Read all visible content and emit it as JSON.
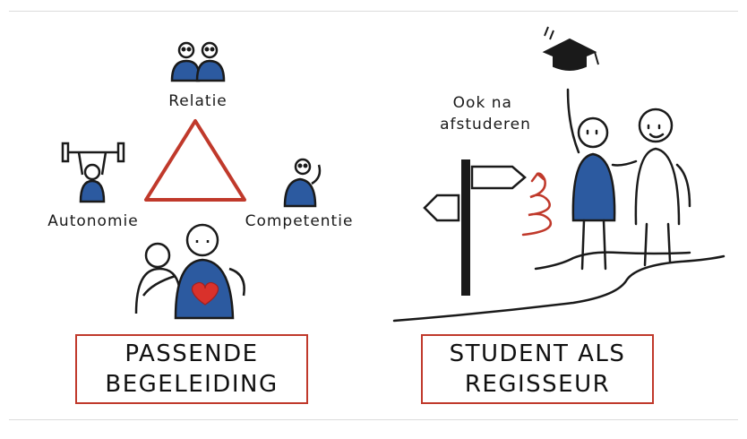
{
  "left_panel": {
    "label_top": "Relatie",
    "label_left": "Autonomie",
    "label_right": "Competentie",
    "caption": "PASSENDE\nBEGELEIDING"
  },
  "right_panel": {
    "note": "Ook na\nafstuderen",
    "caption": "STUDENT ALS\nREGISSEUR"
  },
  "colors": {
    "accent_red": "#c0392b",
    "blue": "#2c5aa0",
    "ink": "#1a1a1a"
  }
}
